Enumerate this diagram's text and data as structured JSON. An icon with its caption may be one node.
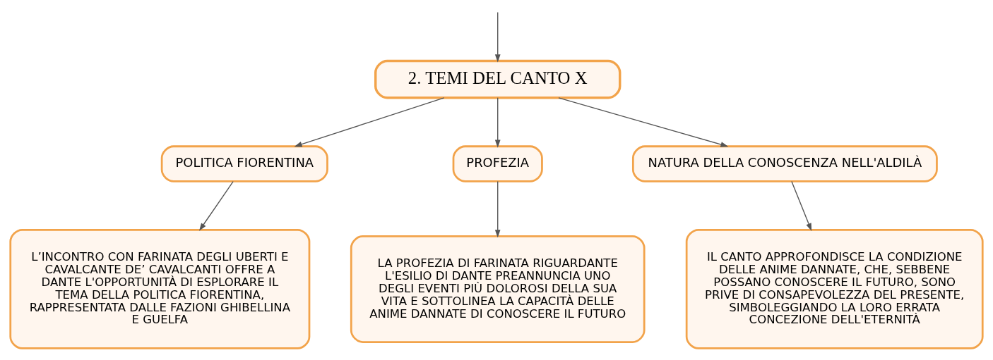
{
  "diagram": {
    "nodes": [
      {
        "text": [
          "2. TEMI DEL CANTO X"
        ]
      },
      {
        "text": [
          "POLITICA FIORENTINA"
        ]
      },
      {
        "text": [
          "PROFEZIA"
        ]
      },
      {
        "text": [
          "NATURA DELLA CONOSCENZA NELL'ALDILÀ"
        ]
      },
      {
        "text": [
          "L’INCONTRO CON FARINATA DEGLI UBERTI E CAVALCANTE DE’ CAVALCANTI OFFRE A DANTE L'OPPORTUNITÀ DI ESPLORARE IL TEMA DELLA POLITICA FIORENTINA, RAPPRESENTATA DALLE FAZIONI GHIBELLINA E GUELFA"
        ]
      },
      {
        "text": [
          "LA PROFEZIA DI FARINATA RIGUARDANTE L'ESILIO DI DANTE PREANNUNCIA UNO DEGLI EVENTI PIÙ DOLOROSI DELLA SUA VITA E SOTTOLINEA LA CAPACITÀ DELLE ANIME DANNATE DI CONOSCERE IL FUTURO"
        ]
      },
      {
        "text": [
          "IL CANTO APPROFONDISCE LA CONDIZIONE DELLE ANIME DANNATE, CHE, SEBBENE POSSANO CONOSCERE IL FUTURO, SONO PRIVE DI CONSAPEVOLEZZA DEL PRESENTE, SIMBOLEGGIANDO LA LORO ERRATA CONCEZIONE DELL'ETERNITÀ"
        ]
      }
    ],
    "edges": [
      {
        "from": null,
        "to": 0,
        "arrow": "to"
      },
      {
        "from": 0,
        "to": 1,
        "arrow": "to"
      },
      {
        "from": 0,
        "to": 2,
        "arrow": "to"
      },
      {
        "from": 0,
        "to": 3,
        "arrow": "to"
      },
      {
        "from": 1,
        "to": 4,
        "arrow": "to"
      },
      {
        "from": 2,
        "to": 5,
        "arrow": "to"
      },
      {
        "from": 3,
        "to": 6,
        "arrow": "to"
      }
    ]
  }
}
